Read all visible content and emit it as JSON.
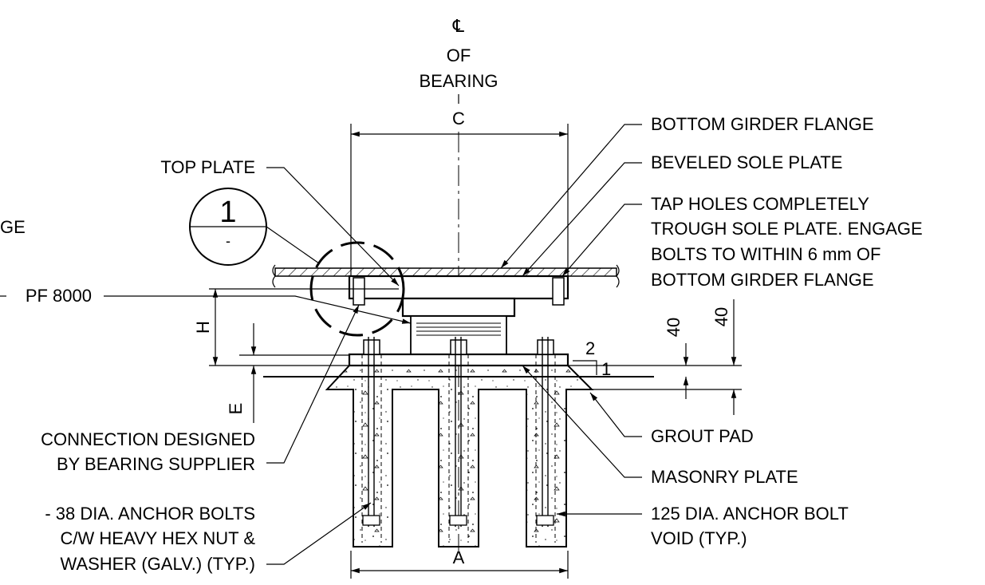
{
  "centerline": {
    "symbol": "℄",
    "line1": "OF",
    "line2": "BEARING",
    "dim_label": "C"
  },
  "detail_callout": {
    "number": "1",
    "sheet": "-"
  },
  "labels": {
    "top_plate": "TOP PLATE",
    "left_cut_ge": "GE",
    "pf": "PF 8000",
    "connection_1": "CONNECTION DESIGNED",
    "connection_2": "BY BEARING SUPPLIER",
    "anchor_bolts_1": "- 38 DIA. ANCHOR BOLTS",
    "anchor_bolts_2": "C/W HEAVY HEX NUT &",
    "anchor_bolts_3": "WASHER (GALV.) (TYP.)",
    "bottom_girder_flange": "BOTTOM GIRDER FLANGE",
    "beveled_sole_plate": "BEVELED SOLE PLATE",
    "tap_holes_1": "TAP HOLES COMPLETELY",
    "tap_holes_2": "TROUGH SOLE PLATE.  ENGAGE",
    "tap_holes_3": "BOLTS TO WITHIN 6 mm OF",
    "tap_holes_4": "BOTTOM GIRDER FLANGE",
    "grout_pad": "GROUT PAD",
    "masonry_plate": "MASONRY PLATE",
    "void_1": "125 DIA. ANCHOR BOLT",
    "void_2": "VOID (TYP.)"
  },
  "dimensions": {
    "h": "H",
    "e": "E",
    "a": "A",
    "dim_40_left": "40",
    "dim_40_right": "40",
    "slope_run": "2",
    "slope_rise": "1"
  }
}
